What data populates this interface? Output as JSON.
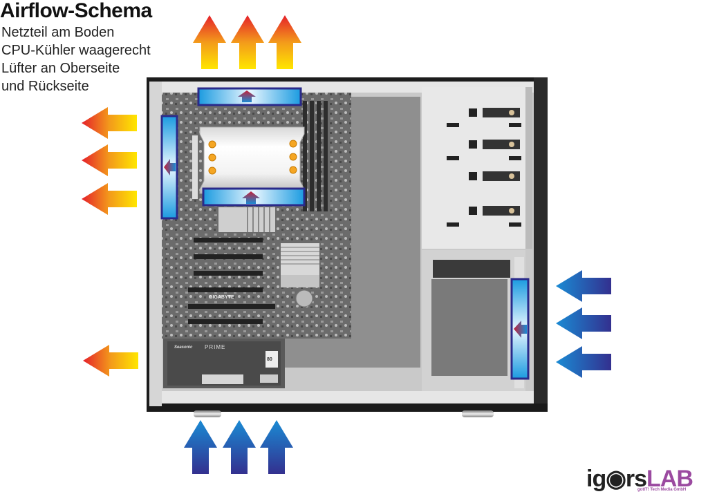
{
  "title": "Airflow-Schema",
  "subtitle_lines": [
    "Netzteil am Boden",
    "CPU-Kühler waagerecht",
    "Lüfter an Oberseite",
    "und Rückseite"
  ],
  "logo": {
    "part1": "ig",
    "part2": "rs",
    "part3": "LAB",
    "tagline": "gotIT! Tech Media GmbH"
  },
  "labels": {
    "psu_brand": "Seasonic",
    "psu_model": "PRIME",
    "psu_rating": "80 PLUS",
    "mainboard_brand": "GIGABYTE"
  },
  "colors": {
    "hot_start": "#e5202a",
    "hot_mid": "#f39a1b",
    "hot_end": "#ffe600",
    "cool_start": "#1a8bd4",
    "cool_end": "#33308f",
    "fan_frame": "#2a2a8a",
    "case_black": "#1c1c1c",
    "logo_purple": "#9b4aa0"
  },
  "airflow": {
    "exhaust_top_count": 3,
    "exhaust_rear_count": 3,
    "exhaust_psu_count": 1,
    "intake_front_count": 3,
    "intake_bottom_count": 3
  }
}
